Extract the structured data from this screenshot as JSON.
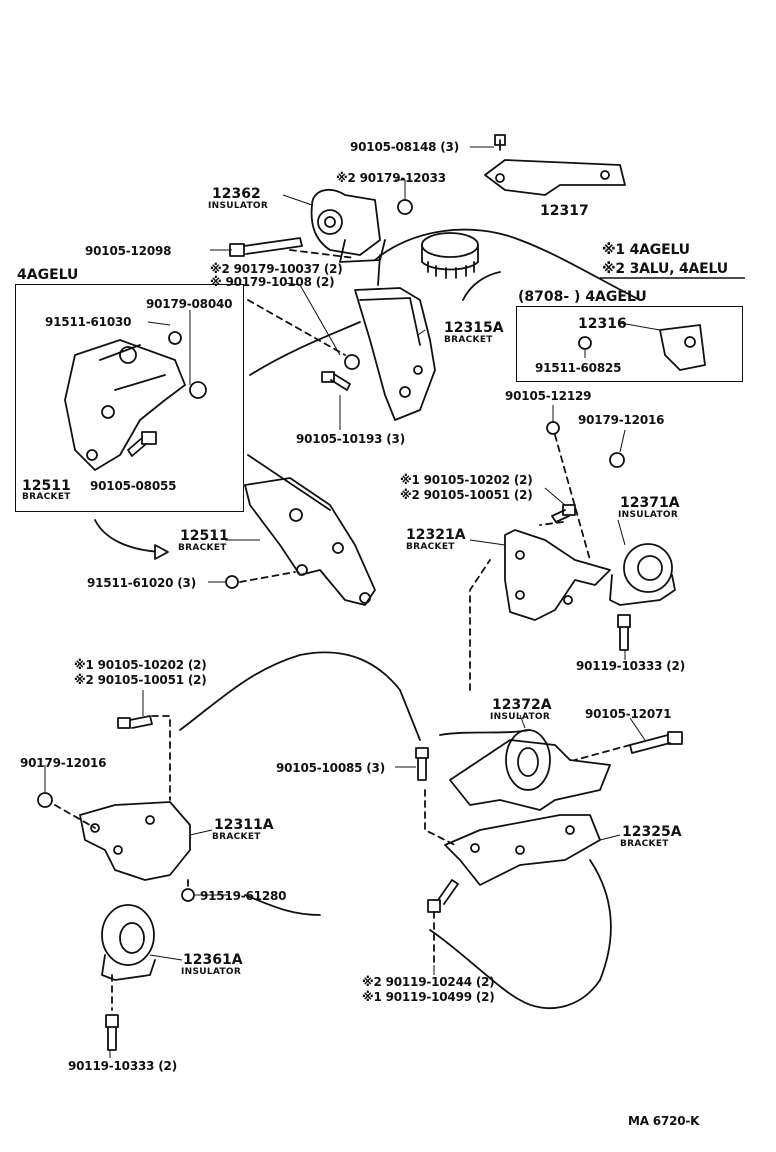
{
  "parts": {
    "p90105_08148": "90105-08148 (3)",
    "p2_90179_12033": "※2 90179-12033",
    "p12362": "12362",
    "p12362_name": "INSULATOR",
    "p12317": "12317",
    "p90105_12098": "90105-12098",
    "p2_90179_10037": "※2 90179-10037 (2)",
    "p1_90179_10108": "※  90179-10108 (2)",
    "box_4agelu_title": "4AGELU",
    "p90179_08040": "90179-08040",
    "p91511_61030": "91511-61030",
    "p12511_box": "12511",
    "p12511_box_name": "BRACKET",
    "p90105_08055": "90105-08055",
    "p12315A": "12315A",
    "p12315A_name": "BRACKET",
    "p90105_10193": "90105-10193 (3)",
    "note1": "※1 4AGELU",
    "note2": "※2 3ALU, 4AELU",
    "box_8708_title": "(8708-        ) 4AGELU",
    "p12316": "12316",
    "p91511_60825": "91511-60825",
    "p90105_12129": "90105-12129",
    "p90179_12016_r": "90179-12016",
    "p1_90105_10202_r": "※1 90105-10202 (2)",
    "p2_90105_10051_r": "※2 90105-10051 (2)",
    "p12371A": "12371A",
    "p12371A_name": "INSULATOR",
    "p12321A": "12321A",
    "p12321A_name": "BRACKET",
    "p12511": "12511",
    "p12511_name": "BRACKET",
    "p91511_61020": "91511-61020 (3)",
    "p90119_10333_r": "90119-10333 (2)",
    "p1_90105_10202_l": "※1 90105-10202 (2)",
    "p2_90105_10051_l": "※2 90105-10051 (2)",
    "p12372A": "12372A",
    "p12372A_name": "INSULATOR",
    "p90105_12071": "90105-12071",
    "p90179_12016_l": "90179-12016",
    "p90105_10085": "90105-10085 (3)",
    "p12311A": "12311A",
    "p12311A_name": "BRACKET",
    "p12325A": "12325A",
    "p12325A_name": "BRACKET",
    "p91519_61280": "91519-61280",
    "p12361A": "12361A",
    "p12361A_name": "INSULATOR",
    "p2_90119_10244": "※2 90119-10244 (2)",
    "p1_90119_10499": "※1 90119-10499 (2)",
    "p90119_10333_l": "90119-10333 (2)",
    "ref_code": "MA 6720-K"
  }
}
